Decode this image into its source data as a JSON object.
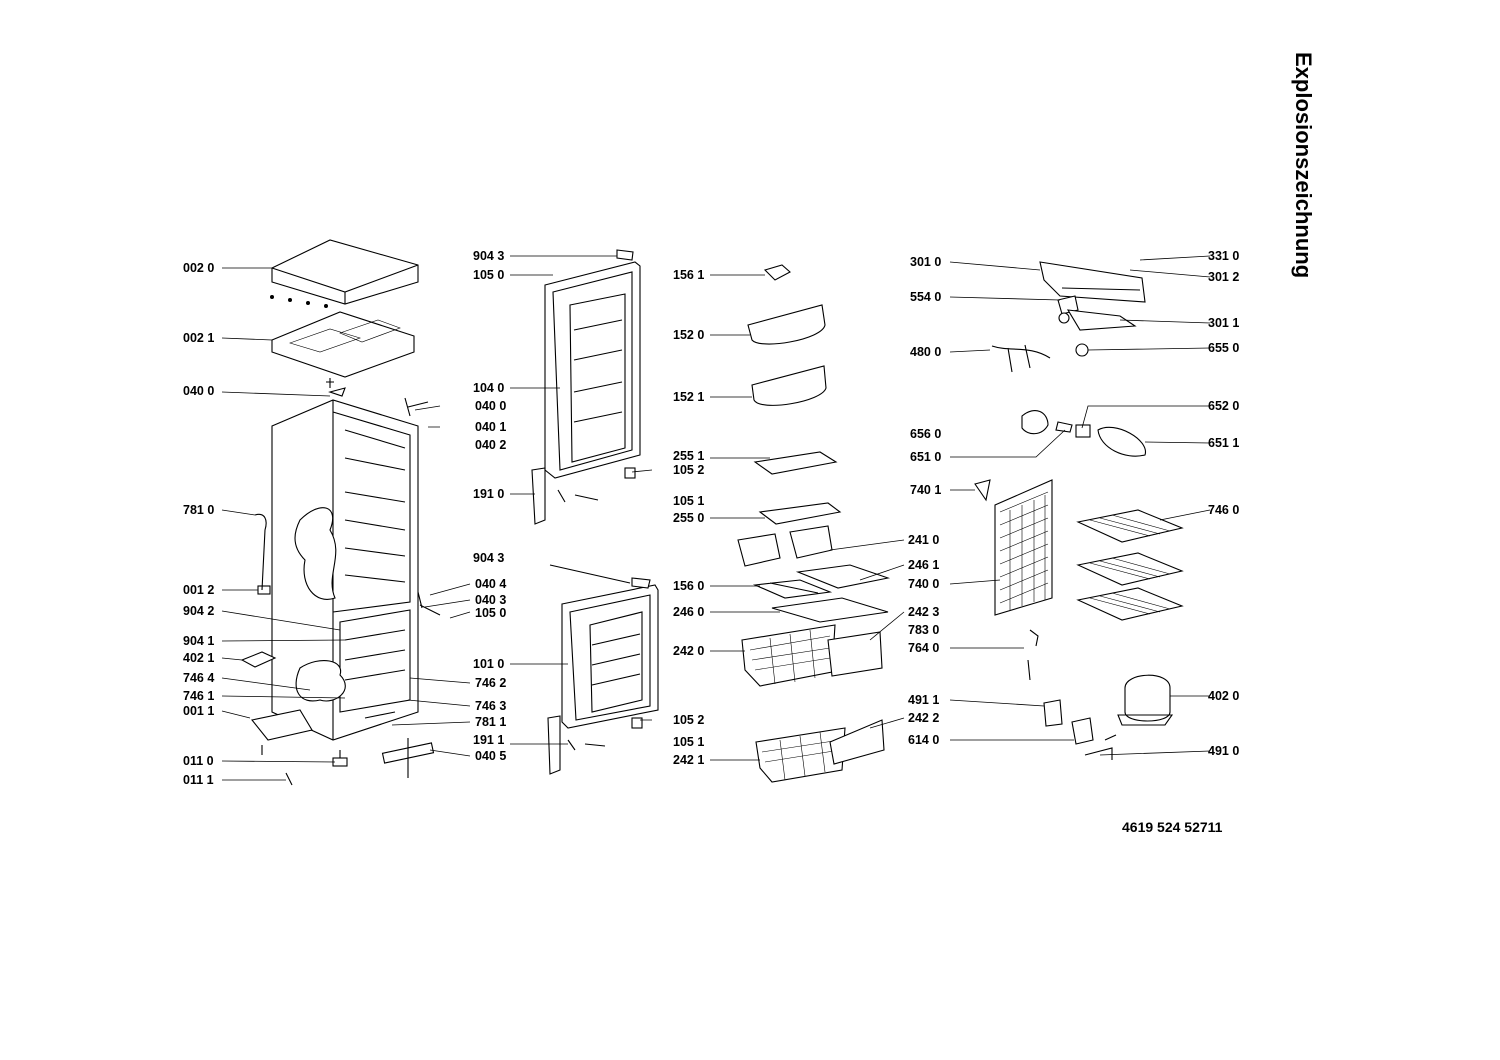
{
  "title": "Explosionszeichnung",
  "document_number": "4619 524 52711",
  "callouts": [
    "002 0",
    "002 1",
    "040 0",
    "040 0",
    "040 1",
    "040 2",
    "781 0",
    "001 2",
    "904 2",
    "904 1",
    "402 1",
    "746 4",
    "746 1",
    "001 1",
    "011 0",
    "011 1",
    "040 4",
    "040 3",
    "105 0",
    "746 2",
    "746 3",
    "781 1",
    "040 5",
    "904 3",
    "105 0",
    "104 0",
    "105 2",
    "191 0",
    "904 3",
    "101 0",
    "105 2",
    "191 1",
    "156 1",
    "152 0",
    "152 1",
    "255 1",
    "105 1",
    "255 0",
    "241 0",
    "246 1",
    "156 0",
    "246 0",
    "242 0",
    "242 3",
    "783 0",
    "105 1",
    "242 2",
    "242 1",
    "301 0",
    "331 0",
    "301 2",
    "554 0",
    "301 1",
    "480 0",
    "655 0",
    "652 0",
    "656 0",
    "651 1",
    "651 0",
    "740 1",
    "746 0",
    "740 0",
    "764 0",
    "491 1",
    "402 0",
    "614 0",
    "491 0"
  ],
  "colors": {
    "line": "#000000",
    "background": "#ffffff"
  }
}
